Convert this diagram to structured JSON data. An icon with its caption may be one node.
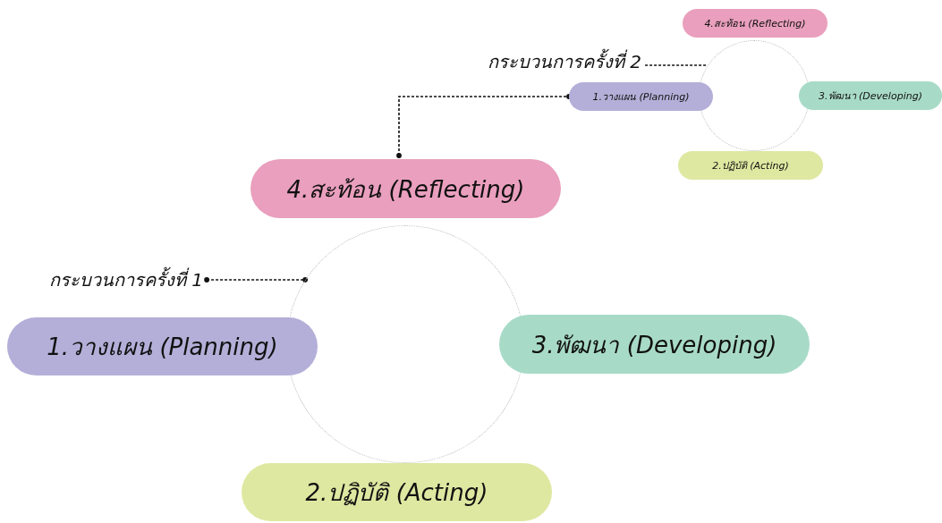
{
  "diagram": {
    "nodes": [
      {
        "text": [
          "กระบวนการครั้งที่ 1"
        ]
      },
      {
        "text": [],
        "shape": "circle"
      },
      {
        "text": [
          "4.สะท้อน (Reflecting)"
        ]
      },
      {
        "text": [
          "1.วางแผน (Planning)"
        ]
      },
      {
        "text": [
          "3.พัฒนา (Developing)"
        ]
      },
      {
        "text": [
          "2.ปฏิบัติ (Acting)"
        ]
      },
      {
        "text": [
          "กระบวนการครั้งที่ 2"
        ]
      },
      {
        "text": [],
        "shape": "circle"
      },
      {
        "text": [
          "4.สะท้อน (Reflecting)"
        ]
      },
      {
        "text": [
          "1.วางแผน (Planning)"
        ]
      },
      {
        "text": [
          "3.พัฒนา (Developing)"
        ]
      },
      {
        "text": [
          "2.ปฏิบัติ (Acting)"
        ]
      }
    ],
    "edges": [
      {
        "from": 0,
        "to": 1,
        "arrow": "other",
        "style": "dashed"
      },
      {
        "from": 2,
        "to": 9,
        "arrow": "other",
        "style": "dashed"
      },
      {
        "from": 6,
        "to": 7,
        "arrow": "none",
        "style": "dashed"
      }
    ]
  }
}
